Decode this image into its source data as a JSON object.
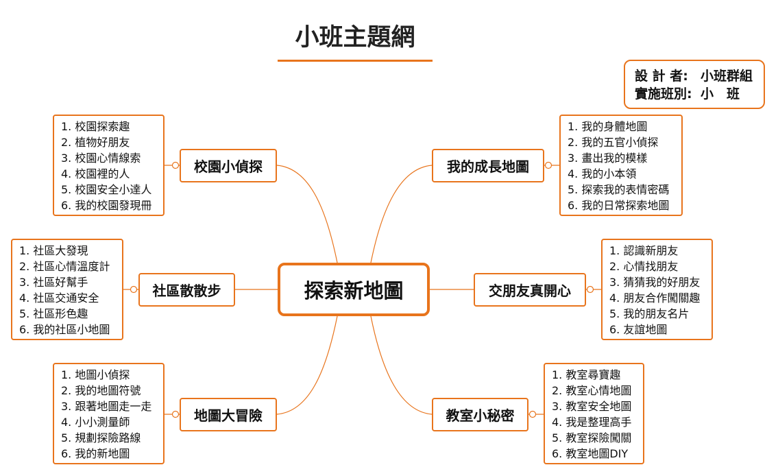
{
  "title": "小班主題網",
  "designer": {
    "label1": "設 計 者:",
    "value1": "小班群組",
    "label2": "實施班別:",
    "value2": "小　班"
  },
  "center": "探索新地圖",
  "topics": [
    {
      "label": "校園小偵探",
      "items": [
        "1. 校園探索趣",
        "2. 植物好朋友",
        "3. 校園心情線索",
        "4. 校園裡的人",
        "5. 校園安全小達人",
        "6. 我的校園發現冊"
      ]
    },
    {
      "label": "我的成長地圖",
      "items": [
        "1. 我的身體地圖",
        "2. 我的五官小偵探",
        "3. 畫出我的模樣",
        "4. 我的小本領",
        "5. 探索我的表情密碼",
        "6. 我的日常探索地圖"
      ]
    },
    {
      "label": "社區散散步",
      "items": [
        "1. 社區大發現",
        "2. 社區心情溫度計",
        "3. 社區好幫手",
        "4. 社區交通安全",
        "5. 社區形色趣",
        "6. 我的社區小地圖"
      ]
    },
    {
      "label": "交朋友真開心",
      "items": [
        "1. 認識新朋友",
        "2. 心情找朋友",
        "3. 猜猜我的好朋友",
        "4. 朋友合作闖關趣",
        "5. 我的朋友名片",
        "6. 友誼地圖"
      ]
    },
    {
      "label": "地圖大冒險",
      "items": [
        "1. 地圖小偵探",
        "2. 我的地圖符號",
        "3. 跟著地圖走一走",
        "4. 小小測量師",
        "5. 規劃探險路線",
        "6. 我的新地圖"
      ]
    },
    {
      "label": "教室小秘密",
      "items": [
        "1. 教室尋寶趣",
        "2. 教室心情地圖",
        "3. 教室安全地圖",
        "4. 我是整理高手",
        "5. 教室探險闖關",
        "6. 教室地圖DIY"
      ]
    }
  ],
  "colors": {
    "accent": "#e8741c"
  }
}
